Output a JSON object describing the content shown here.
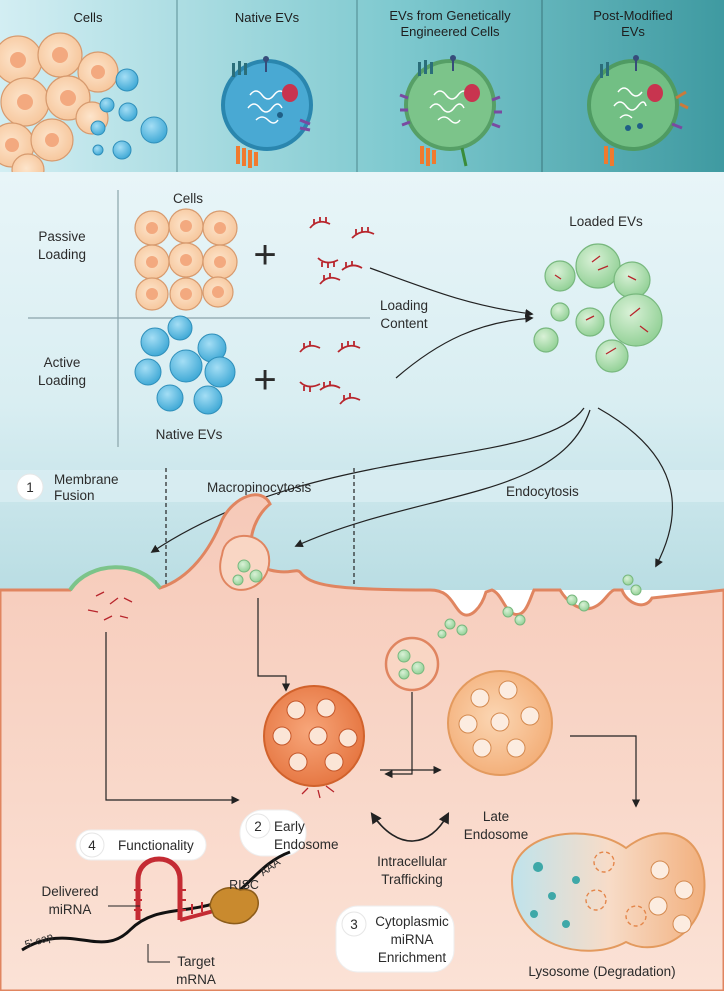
{
  "top_panels": [
    "Cells",
    "Native EVs",
    "EVs from Genetically",
    "Engineered Cells",
    "Post-Modified",
    "EVs"
  ],
  "loading": {
    "cells_label": "Cells",
    "passive_1": "Passive",
    "passive_2": "Loading",
    "active_1": "Active",
    "active_2": "Loading",
    "native_evs_label": "Native EVs",
    "plus": "+",
    "content_1": "Loading",
    "content_2": "Content",
    "loaded_label": "Loaded EVs"
  },
  "uptake": {
    "step1_num": "1",
    "step1_a": "Membrane",
    "step1_b": "Fusion",
    "macro": "Macropinocytosis",
    "endo": "Endocytosis"
  },
  "intracellular": {
    "step2_num": "2",
    "early_1": "Early",
    "early_2": "Endosome",
    "late_1": "Late",
    "late_2": "Endosome",
    "traffic_1": "Intracellular",
    "traffic_2": "Trafficking",
    "step3_num": "3",
    "cyto_1": "Cytoplasmic",
    "cyto_2": "miRNA",
    "cyto_3": "Enrichment",
    "step4_num": "4",
    "functionality": "Functionality",
    "risc": "RISC",
    "aaa": "AAA",
    "delivered_1": "Delivered",
    "delivered_2": "miRNA",
    "target_1": "Target",
    "target_2": "mRNA",
    "cap": "5' cap",
    "lysosome": "Lysosome (Degradation)"
  }
}
